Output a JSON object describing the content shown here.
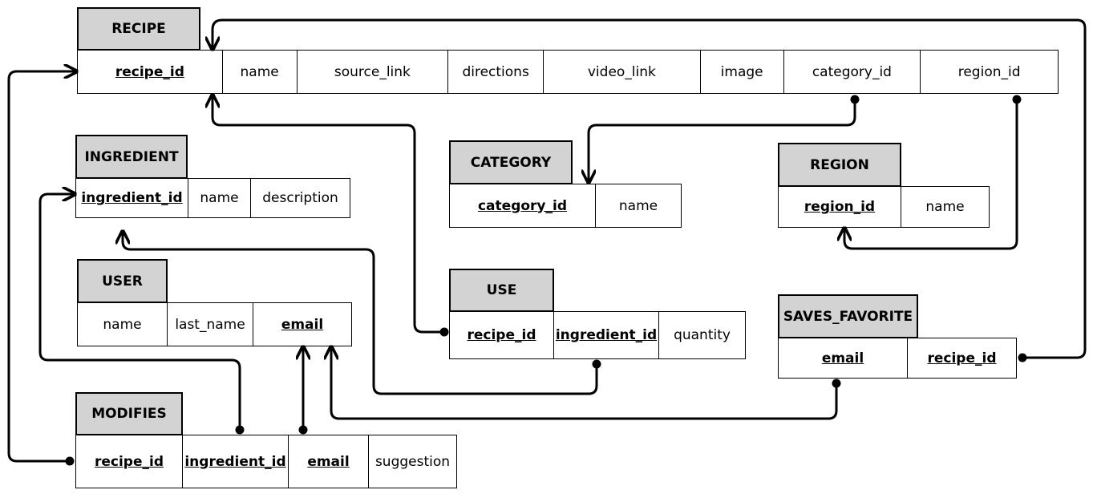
{
  "entities": {
    "recipe": {
      "title": "RECIPE",
      "fields": [
        "recipe_id",
        "name",
        "source_link",
        "directions",
        "video_link",
        "image",
        "category_id",
        "region_id"
      ]
    },
    "ingredient": {
      "title": "INGREDIENT",
      "fields": [
        "ingredient_id",
        "name",
        "description"
      ]
    },
    "category": {
      "title": "CATEGORY",
      "fields": [
        "category_id",
        "name"
      ]
    },
    "region": {
      "title": "REGION",
      "fields": [
        "region_id",
        "name"
      ]
    },
    "user": {
      "title": "USER",
      "fields": [
        "name",
        "last_name",
        "email"
      ]
    },
    "use": {
      "title": "USE",
      "fields": [
        "recipe_id",
        "ingredient_id",
        "quantity"
      ]
    },
    "saves_favorite": {
      "title": "SAVES_FAVORITE",
      "fields": [
        "email",
        "recipe_id"
      ]
    },
    "modifies": {
      "title": "MODIFIES",
      "fields": [
        "recipe_id",
        "ingredient_id",
        "email",
        "suggestion"
      ]
    }
  }
}
